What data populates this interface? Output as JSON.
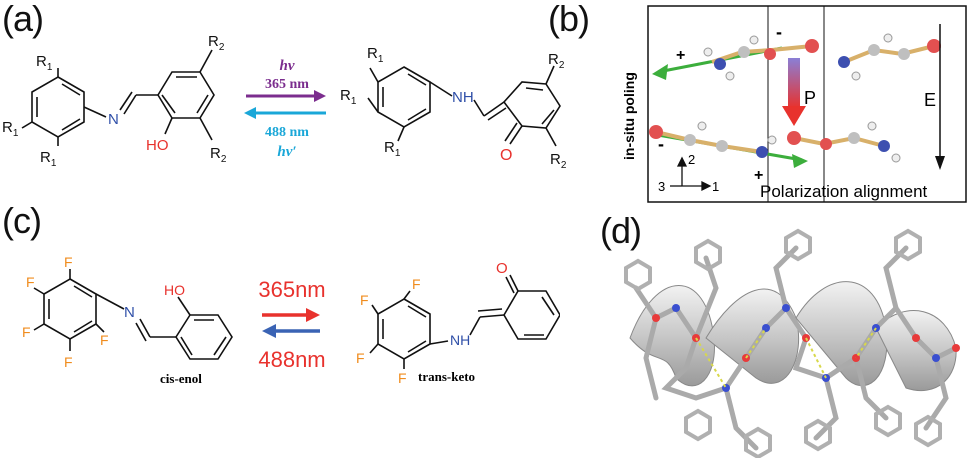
{
  "panels": {
    "a": {
      "label": "(a)",
      "substituents": {
        "r1": "R",
        "r1_sub": "1",
        "r2": "R",
        "r2_sub": "2"
      },
      "atoms": {
        "n_left": "N",
        "oh": "HO",
        "nh": "NH",
        "o": "O"
      },
      "forward": {
        "top": "hv",
        "bottom": "365 nm",
        "color": "#7b2d8e"
      },
      "reverse": {
        "top": "488 nm",
        "bottom": "hv′",
        "color": "#1aa7d8"
      }
    },
    "b": {
      "label": "(b)",
      "side_label": "in-situ poling",
      "plus": "+",
      "minus": "-",
      "p_label": "P",
      "e_label": "E",
      "axes": {
        "a1": "1",
        "a2": "2",
        "a3": "3"
      },
      "caption": "Polarization alignment"
    },
    "c": {
      "label": "(c)",
      "atoms": {
        "f": "F",
        "n": "N",
        "ho": "HO",
        "nh": "NH",
        "o": "O"
      },
      "forward": "365nm",
      "reverse": "488nm",
      "left_name": "cis-enol",
      "right_name": "trans-keto",
      "colors": {
        "f": "#f08c1e",
        "forward": "#e8322d",
        "reverse": "#3a63b4",
        "o": "#e8322d",
        "n": "#2f4fa8"
      }
    },
    "d": {
      "label": "(d)"
    }
  }
}
